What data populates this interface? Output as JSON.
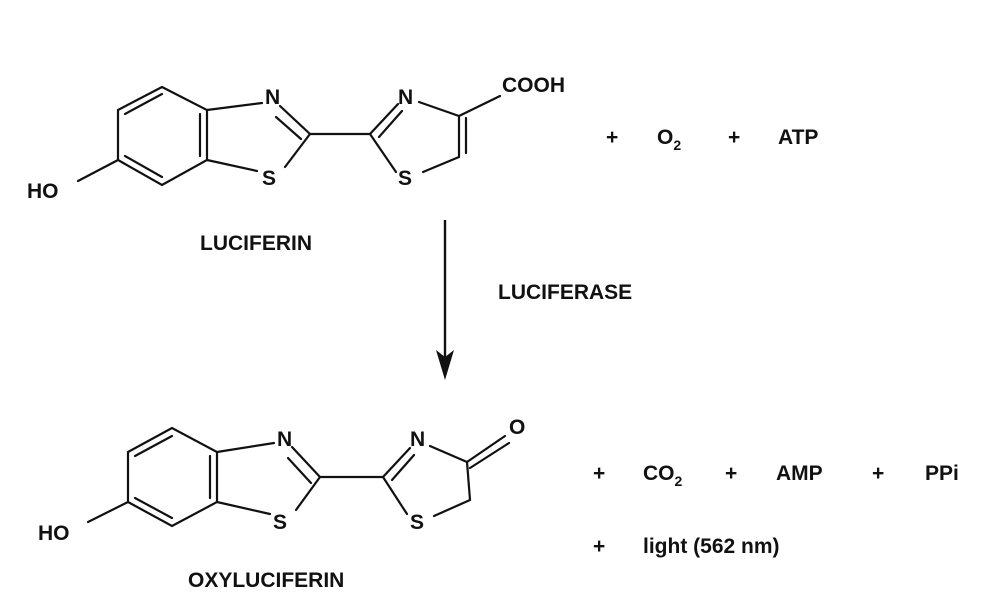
{
  "reactants": {
    "luciferin": {
      "name": "LUCIFERIN",
      "atoms": {
        "ho": "HO",
        "n1": "N",
        "s1": "S",
        "n2": "N",
        "s2": "S",
        "cooh": "COOH"
      }
    },
    "plus1": "+",
    "oxygen": {
      "base": "O",
      "subscript": "2"
    },
    "plus2": "+",
    "atp": "ATP"
  },
  "enzyme": "LUCIFERASE",
  "products": {
    "oxyluciferin": {
      "name": "OXYLUCIFERIN",
      "atoms": {
        "ho": "HO",
        "n1": "N",
        "s1": "S",
        "n2": "N",
        "s2": "S",
        "o": "O"
      }
    },
    "plus1": "+",
    "co2": {
      "base": "CO",
      "subscript": "2"
    },
    "plus2": "+",
    "amp": "AMP",
    "plus3": "+",
    "ppi": "PPi",
    "plus4": "+",
    "light": "light (562 nm)"
  }
}
